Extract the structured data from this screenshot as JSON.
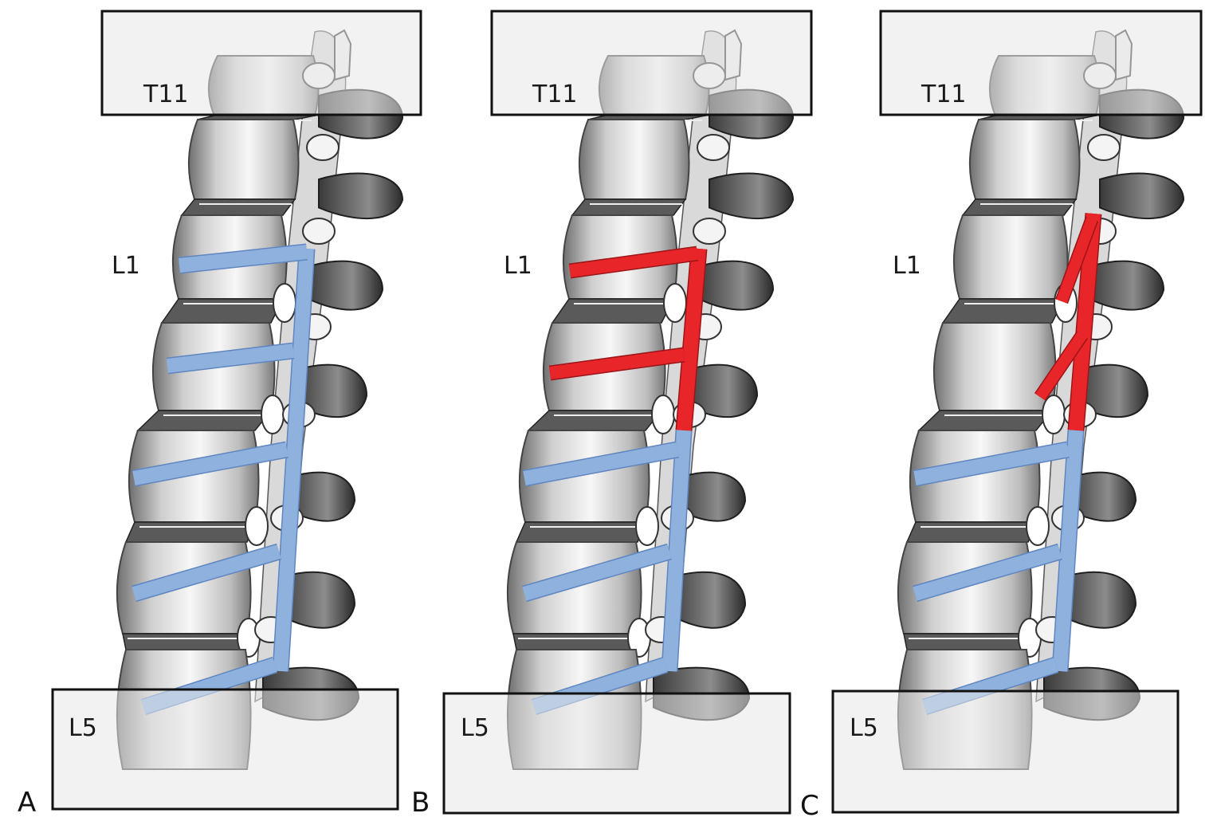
{
  "figure": {
    "panels": [
      {
        "letter": "A",
        "top_label": "T11",
        "mid_label": "L1",
        "bottom_label": "L5",
        "construct": "standard"
      },
      {
        "letter": "B",
        "top_label": "T11",
        "mid_label": "L1",
        "bottom_label": "L5",
        "construct": "red-upper"
      },
      {
        "letter": "C",
        "top_label": "T11",
        "mid_label": "L1",
        "bottom_label": "L5",
        "construct": "red-oblique"
      }
    ],
    "colors": {
      "rod_blue": "#8fb1de",
      "rod_blue_edge": "#5f86c0",
      "rod_red": "#e8262a",
      "rod_red_edge": "#9c1518",
      "bone": "#f1f1f1",
      "bone_shade": "#9a9a9a",
      "bone_dark": "#2e2e2e",
      "box_fill": "#e8e8e8",
      "box_stroke": "#111111"
    }
  }
}
